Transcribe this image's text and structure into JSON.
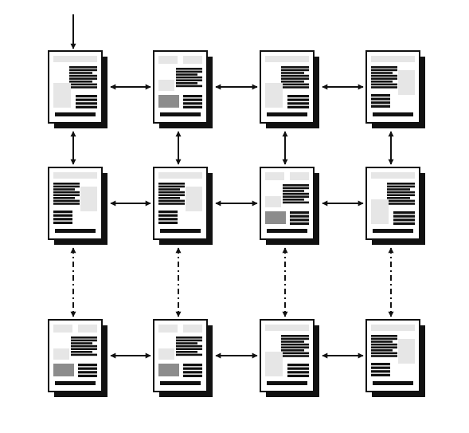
{
  "colors": {
    "background": "#ffffff",
    "ink": "#111111",
    "page_fill": "#ffffff",
    "shadow": "#111111",
    "light_block": "#e6e6e6",
    "mid_block": "#8c8c8c"
  },
  "grid": {
    "rows": 3,
    "cols": 4,
    "entry_arrow": {
      "row": 0,
      "col": 0
    },
    "row_links": "bidirectional-solid",
    "col_links": [
      {
        "from_row": 0,
        "to_row": 1,
        "style": "solid"
      },
      {
        "from_row": 1,
        "to_row": 2,
        "style": "dash-dot"
      }
    ]
  },
  "pages": [
    {
      "id": "r1c1",
      "layout": "text-right-image-left-list",
      "icon": "document-page-icon"
    },
    {
      "id": "r1c2",
      "layout": "header-two-block-gray-image",
      "icon": "document-page-icon"
    },
    {
      "id": "r1c3",
      "layout": "text-right-image-left-list",
      "icon": "document-page-icon"
    },
    {
      "id": "r1c4",
      "layout": "text-left-image-right-list",
      "icon": "document-page-icon"
    },
    {
      "id": "r2c1",
      "layout": "text-left-image-right-list",
      "icon": "document-page-icon"
    },
    {
      "id": "r2c2",
      "layout": "text-left-image-right-list",
      "icon": "document-page-icon"
    },
    {
      "id": "r2c3",
      "layout": "header-two-block-gray-image",
      "icon": "document-page-icon"
    },
    {
      "id": "r2c4",
      "layout": "text-right-image-left-list",
      "icon": "document-page-icon"
    },
    {
      "id": "r3c1",
      "layout": "header-two-block-gray-image",
      "icon": "document-page-icon"
    },
    {
      "id": "r3c2",
      "layout": "header-two-block-gray-image",
      "icon": "document-page-icon"
    },
    {
      "id": "r3c3",
      "layout": "text-right-image-left-list",
      "icon": "document-page-icon"
    },
    {
      "id": "r3c4",
      "layout": "text-left-image-right-list",
      "icon": "document-page-icon"
    }
  ]
}
